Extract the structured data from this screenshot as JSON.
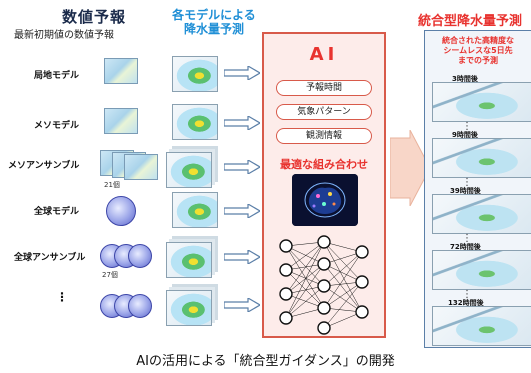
{
  "headings": {
    "numeric_forecast": "数値予報",
    "numeric_forecast_sub": "最新初期値の数値予報",
    "models_precip_line1": "各モデルによる",
    "models_precip_line2": "降水量予測",
    "integrated_title": "統合型降水量予測"
  },
  "models": [
    {
      "label": "局地モデル",
      "count": ""
    },
    {
      "label": "メソモデル",
      "count": ""
    },
    {
      "label": "メソアンサンブル",
      "count": "21個"
    },
    {
      "label": "全球モデル",
      "count": ""
    },
    {
      "label": "全球アンサンブル",
      "count": "27個"
    },
    {
      "label": "⋮",
      "count": ""
    }
  ],
  "ai": {
    "title": "AI",
    "factors": [
      "予報時間",
      "気象パターン",
      "観測情報"
    ],
    "best_combination": "最適な組み合わせ"
  },
  "integrated": {
    "description_line1": "統合された高精度な",
    "description_line2": "シームレスな5日先",
    "description_line3": "までの予測",
    "forecasts": [
      "3時間後",
      "9時間後",
      "39時間後",
      "72時間後",
      "132時間後"
    ]
  },
  "caption": "AIの活用による「統合型ガイダンス」の開発",
  "colors": {
    "accent_red": "#e8332f",
    "accent_blue": "#1f8fd6",
    "ai_box_bg": "#fdecea",
    "ai_box_border": "#d85a4a"
  }
}
